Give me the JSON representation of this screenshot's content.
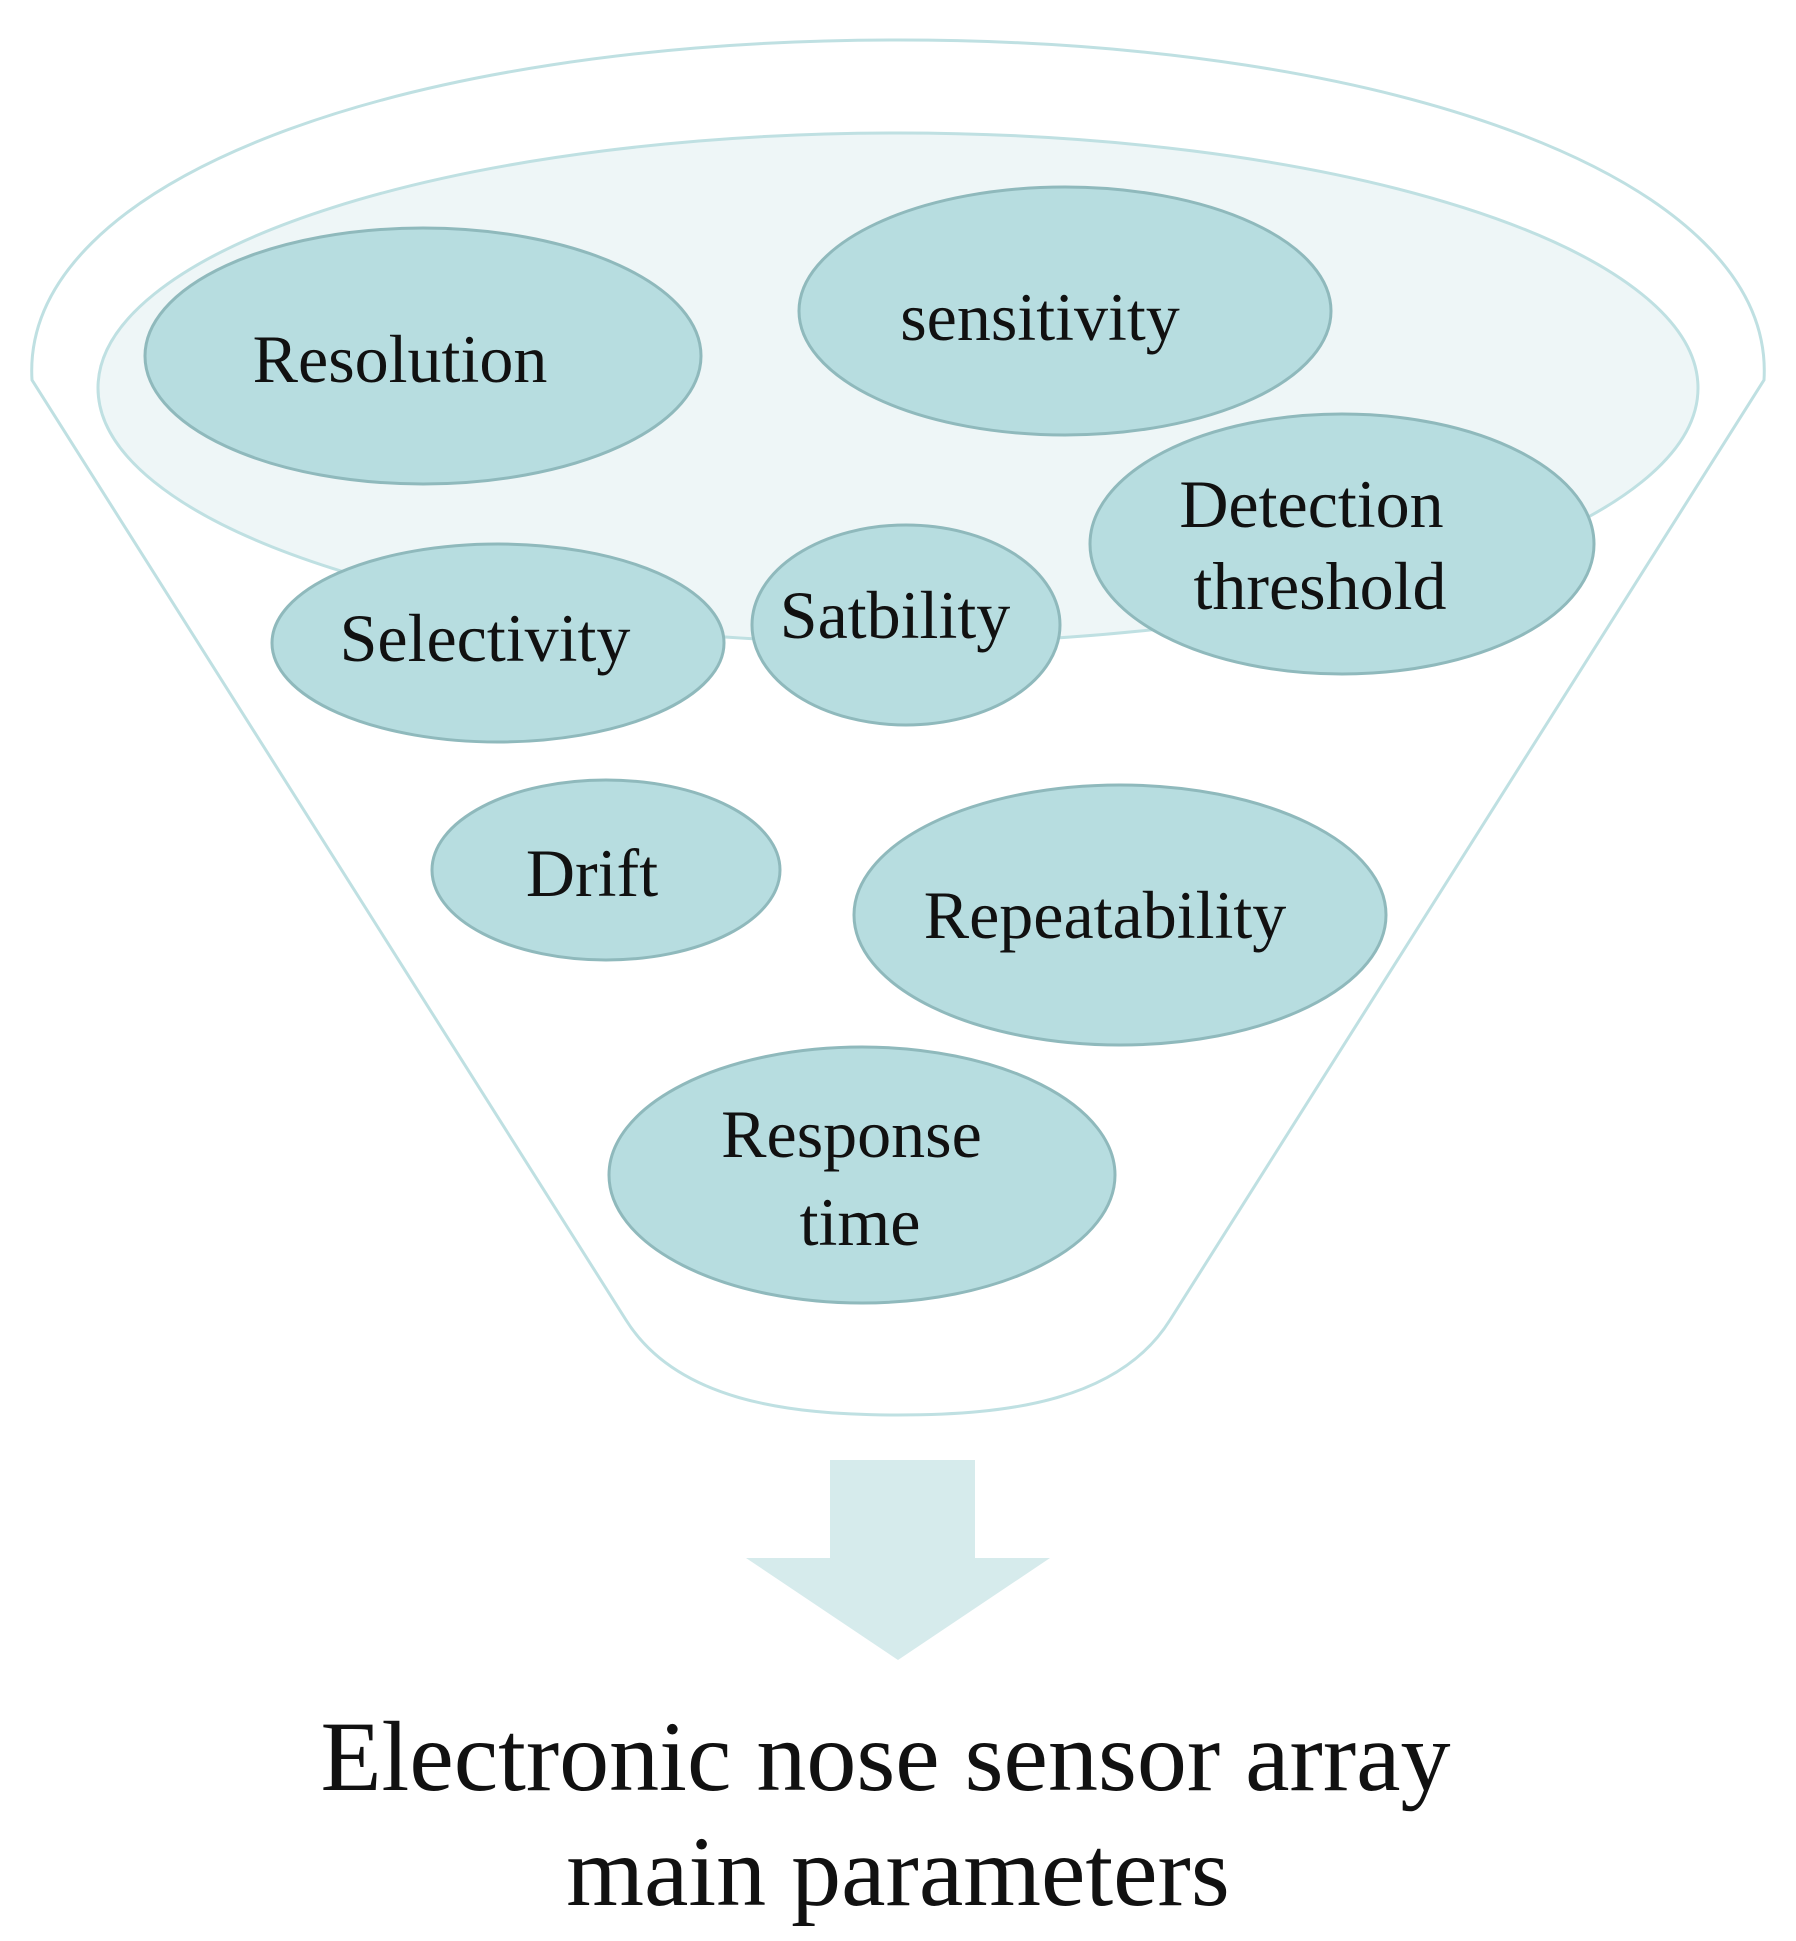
{
  "colors": {
    "funnel_stroke": "#bfe0e2",
    "funnel_fill": "#ffffff",
    "rim_fill": "#eef6f7",
    "ellipse_fill": "#b7dde0",
    "ellipse_stroke": "#8fb9bc",
    "arrow_fill": "#d6ebec",
    "text": "#111111"
  },
  "parameters": [
    {
      "id": "resolution",
      "lines": [
        "Resolution"
      ]
    },
    {
      "id": "sensitivity",
      "lines": [
        "sensitivity"
      ]
    },
    {
      "id": "detection-threshold",
      "lines": [
        "Detection",
        "threshold"
      ]
    },
    {
      "id": "selectivity",
      "lines": [
        "Selectivity"
      ]
    },
    {
      "id": "satbility",
      "lines": [
        "Satbility"
      ]
    },
    {
      "id": "drift",
      "lines": [
        "Drift"
      ]
    },
    {
      "id": "repeatability",
      "lines": [
        "Repeatability"
      ]
    },
    {
      "id": "response-time",
      "lines": [
        "Response",
        "time"
      ]
    }
  ],
  "caption": {
    "line1": "Electronic nose sensor array",
    "line2": "main parameters"
  }
}
